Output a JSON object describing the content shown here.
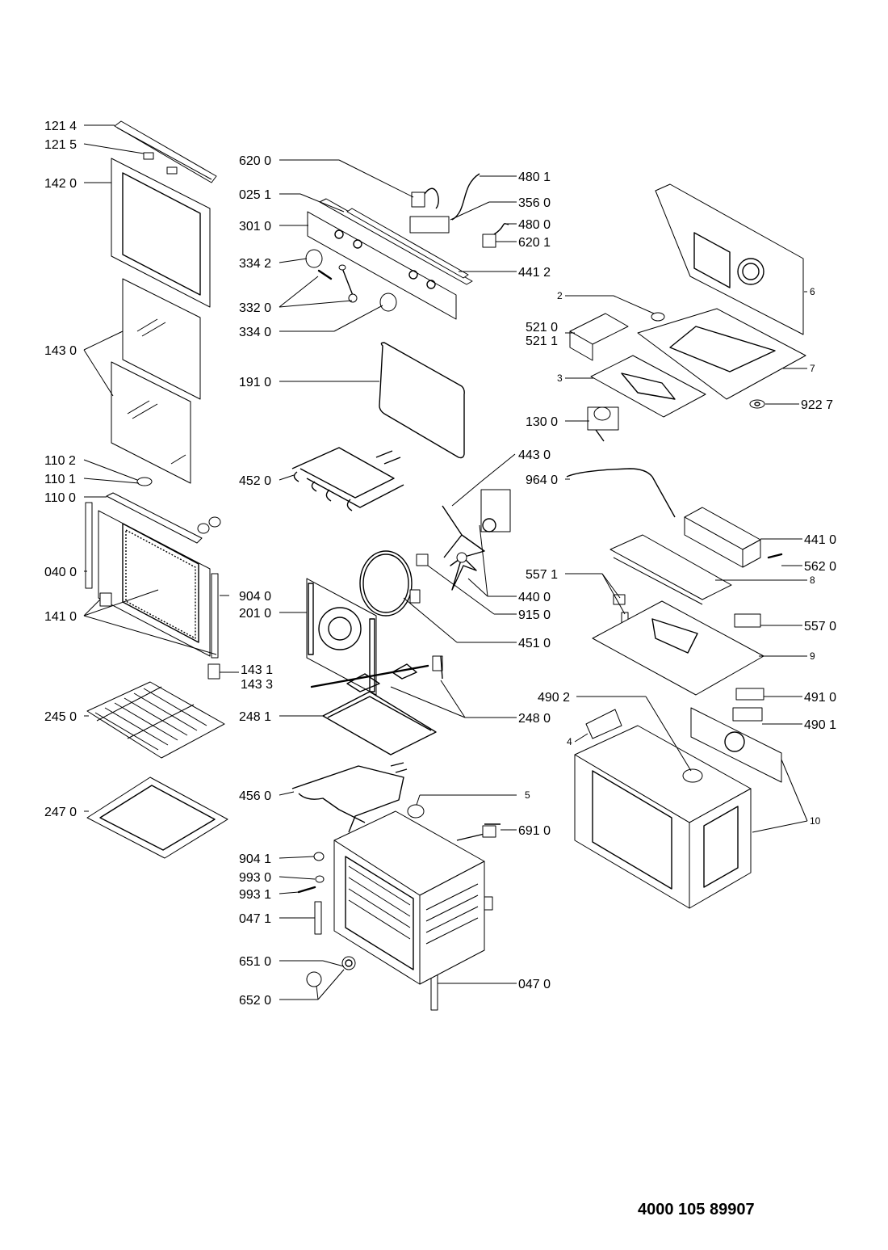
{
  "document_number": "4000 105 89907",
  "labels": {
    "p1214": "121 4",
    "p1215": "121 5",
    "p1420": "142 0",
    "p1430": "143 0",
    "p1102": "110 2",
    "p1101": "110 1",
    "p1100": "110 0",
    "p0400": "040 0",
    "p1410": "141 0",
    "p1431": "143 1",
    "p1433": "143 3",
    "p2450": "245 0",
    "p2470": "247 0",
    "p6200": "620 0",
    "p0251": "025 1",
    "p3010": "301 0",
    "p3342": "334 2",
    "p3320": "332 0",
    "p3340": "334 0",
    "p1910": "191 0",
    "p4520": "452 0",
    "p9040": "904 0",
    "p2010": "201 0",
    "p2481": "248 1",
    "p4560": "456 0",
    "p9041": "904 1",
    "p9930": "993 0",
    "p9931": "993 1",
    "p0471": "047 1",
    "p6510": "651 0",
    "p6520": "652 0",
    "p4801": "480 1",
    "p3560": "356 0",
    "p4800": "480 0",
    "p6201": "620 1",
    "p4412": "441 2",
    "p5210": "521 0",
    "p5211": "521 1",
    "p1300": "130 0",
    "p9227": "922 7",
    "p4430": "443 0",
    "p9640": "964 0",
    "p4410": "441 0",
    "p5620": "562 0",
    "p5571": "557 1",
    "p4400": "440 0",
    "p9150": "915 0",
    "p4510": "451 0",
    "p5570": "557 0",
    "p2480": "248 0",
    "p4902": "490 2",
    "p4910": "491 0",
    "p4901": "490 1",
    "p6910": "691 0",
    "p0470": "047 0",
    "n2": "2",
    "n3": "3",
    "n4": "4",
    "n5": "5",
    "n6": "6",
    "n7": "7",
    "n8": "8",
    "n9": "9",
    "n10": "10"
  }
}
